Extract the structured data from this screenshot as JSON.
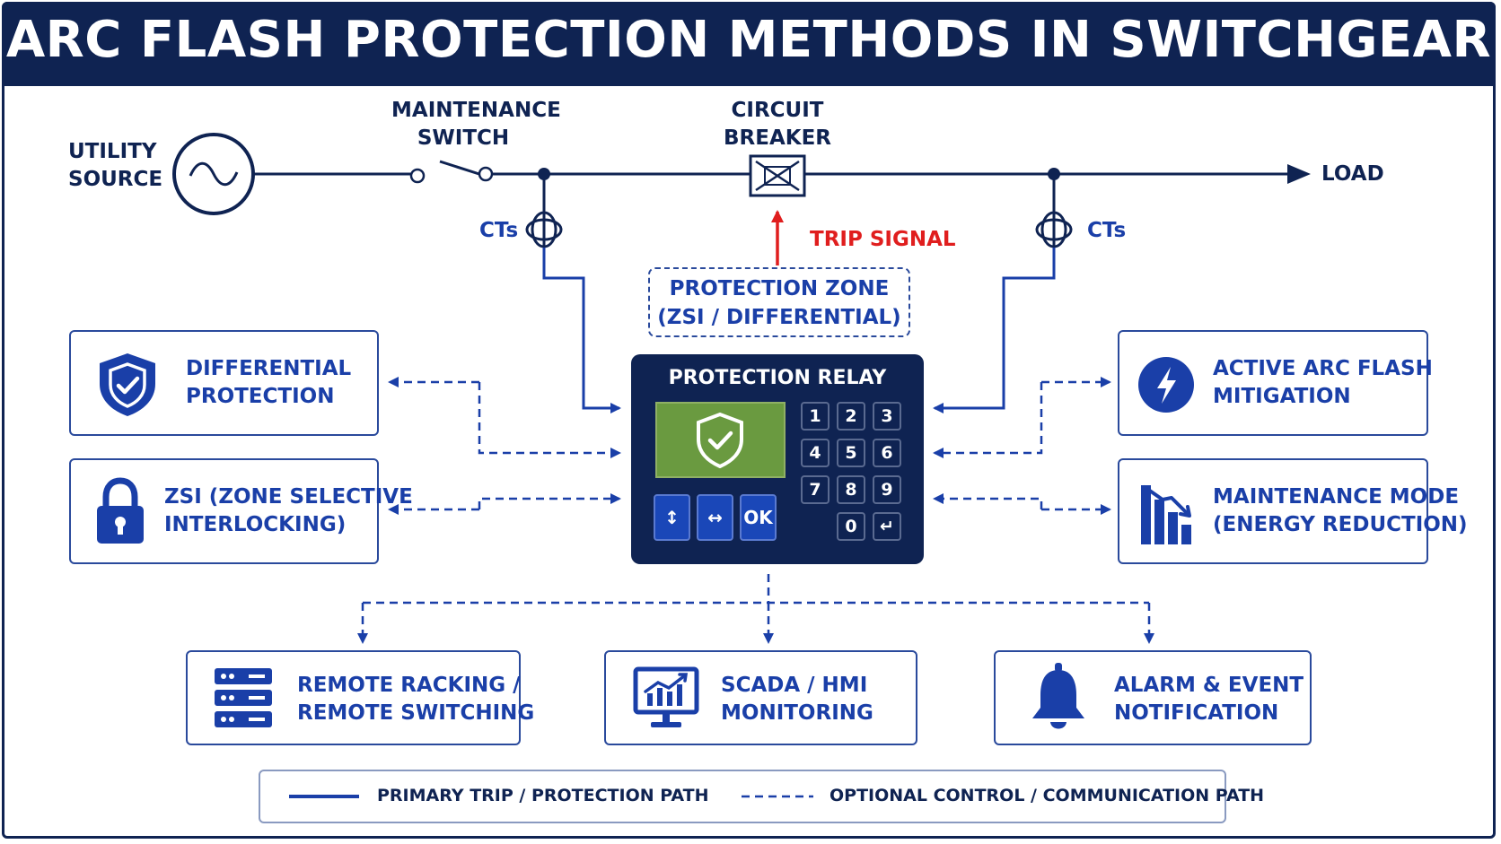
{
  "title": "ARC FLASH PROTECTION METHODS IN SWITCHGEAR",
  "one_line": {
    "utility_source": [
      "UTILITY",
      "SOURCE"
    ],
    "maintenance_switch": [
      "MAINTENANCE",
      "SWITCH"
    ],
    "circuit_breaker": [
      "CIRCUIT",
      "BREAKER"
    ],
    "load": "LOAD",
    "ct_left": "CTs",
    "ct_right": "CTs",
    "trip_signal": "TRIP SIGNAL"
  },
  "protection_zone": [
    "PROTECTION ZONE",
    "(ZSI / DIFFERENTIAL)"
  ],
  "relay": {
    "title": "PROTECTION RELAY",
    "keypad": [
      "1",
      "2",
      "3",
      "4",
      "5",
      "6",
      "7",
      "8",
      "9",
      "0",
      "↵"
    ],
    "nav_keys": [
      "↕",
      "↔",
      "OK"
    ]
  },
  "methods": {
    "differential": [
      "DIFFERENTIAL",
      "PROTECTION"
    ],
    "zsi": [
      "ZSI (ZONE SELECTIVE",
      "INTERLOCKING)"
    ],
    "active_arc": [
      "ACTIVE ARC FLASH",
      "MITIGATION"
    ],
    "maintenance_mode": [
      "MAINTENANCE MODE",
      "(ENERGY REDUCTION)"
    ],
    "remote_racking": [
      "REMOTE RACKING /",
      "REMOTE SWITCHING"
    ],
    "scada": [
      "SCADA / HMI",
      "MONITORING"
    ],
    "alarm": [
      "ALARM & EVENT",
      "NOTIFICATION"
    ]
  },
  "legend": {
    "solid": "PRIMARY TRIP / PROTECTION PATH",
    "dashed": "OPTIONAL CONTROL / COMMUNICATION PATH"
  },
  "colors": {
    "navy": "#0f2352",
    "accent_blue": "#1a3fa8",
    "trip_red": "#e01e1e",
    "screen_green": "#6a9a40"
  }
}
